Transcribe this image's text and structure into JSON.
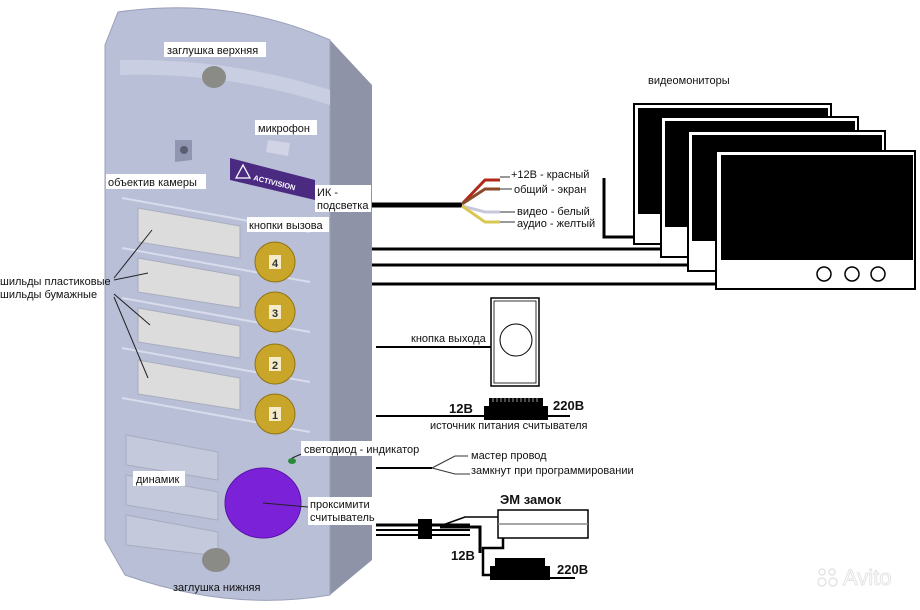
{
  "title": "Схема подключения вызывной панели",
  "panel": {
    "brand": "ACTIVISION",
    "labels": {
      "top_plug": "заглушка верхняя",
      "microphone": "микрофон",
      "camera_lens": "объектив камеры",
      "ir_line1": "ИК -",
      "ir_line2": "подсветка",
      "call_buttons": "кнопки вызова",
      "plates_plastic": "шильды пластиковые",
      "plates_paper": "шильды бумажные",
      "led": "светодиод - индикатор",
      "speaker": "динамик",
      "prox_line1": "проксимити",
      "prox_line2": "считыватель",
      "bottom_plug": "заглушка нижняя"
    },
    "buttons": [
      "4",
      "3",
      "2",
      "1"
    ],
    "colors": {
      "body": "#b9bfd6",
      "body_side": "#8e93a8",
      "button": "#c9a52a",
      "reader": "#7b22d8",
      "brand_badge": "#4b2a82"
    }
  },
  "wiring": {
    "wires": [
      {
        "label": "+12В  - красный",
        "color": "#b02818"
      },
      {
        "label": "общий - экран",
        "color": "#8a4a2a"
      },
      {
        "label": "видео - белый",
        "color": "#d8d8e8"
      },
      {
        "label": "аудио - желтый",
        "color": "#d8c850"
      }
    ],
    "monitors_label": "видеомониторы",
    "monitors_count": 4,
    "exit_button_label": "кнопка выхода",
    "reader_psu": {
      "low": "12В",
      "high": "220В",
      "label": "источник питания считывателя"
    },
    "master_wire": {
      "line1": "мастер провод",
      "line2": "замкнут при программировании"
    },
    "lock": {
      "label": "ЭМ замок",
      "low": "12В",
      "high": "220В"
    }
  },
  "watermark": "Avito"
}
